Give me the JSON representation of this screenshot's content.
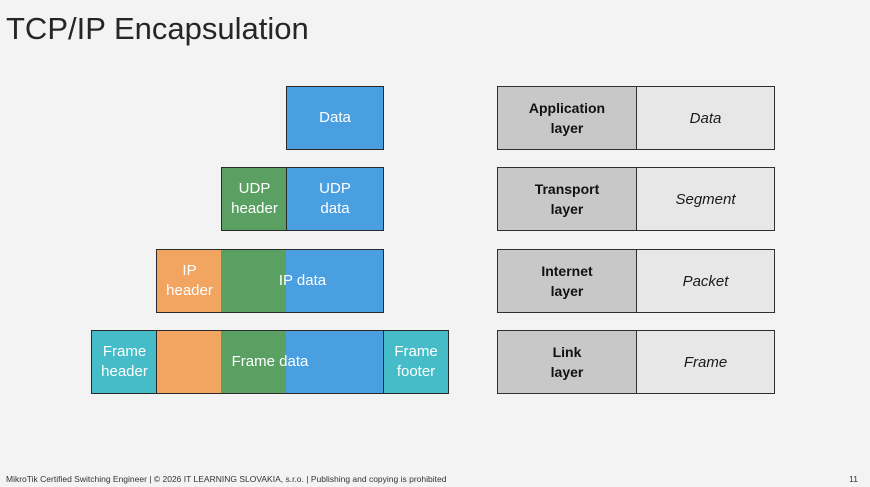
{
  "title": "TCP/IP Encapsulation",
  "colors": {
    "data_blue": "#4a9fe0",
    "udp_green": "#5aa062",
    "ip_orange": "#f2a461",
    "frame_teal": "#45bcc7",
    "layer_name_gray": "#c8c8c8",
    "layer_unit_gray": "#e7e7e7"
  },
  "encapsulation": {
    "application": {
      "data": "Data"
    },
    "transport": {
      "header": "UDP\nheader",
      "data": "UDP\ndata"
    },
    "internet": {
      "header": "IP\nheader",
      "data": "IP data"
    },
    "link": {
      "header": "Frame\nheader",
      "data": "Frame data",
      "footer": "Frame\nfooter"
    }
  },
  "layers": [
    {
      "name": "Application\nlayer",
      "unit": "Data"
    },
    {
      "name": "Transport\nlayer",
      "unit": "Segment"
    },
    {
      "name": "Internet\nlayer",
      "unit": "Packet"
    },
    {
      "name": "Link\nlayer",
      "unit": "Frame"
    }
  ],
  "footer": {
    "text": "MikroTik Certified Switching Engineer | © 2026 IT LEARNING SLOVAKIA, s.r.o. | Publishing and copying is prohibited",
    "page_number": "11"
  }
}
